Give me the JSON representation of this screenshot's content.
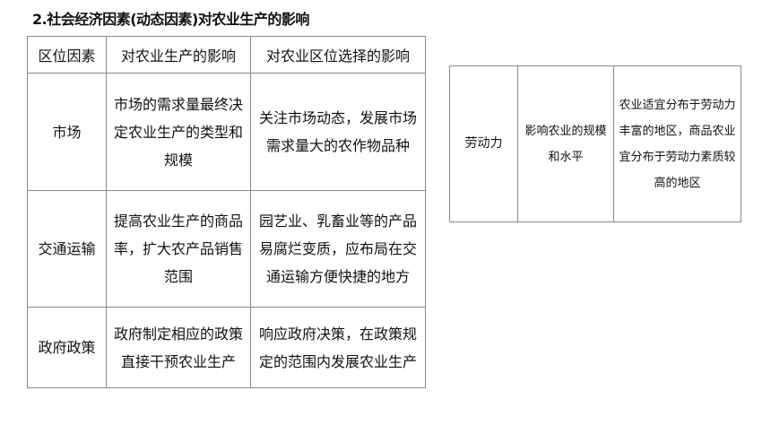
{
  "title": "2.社会经济因素(动态因素)对农业生产的影响",
  "table_main": {
    "headers": [
      "区位因素",
      "对农业生产的影响",
      "对农业区位选择的影响"
    ],
    "rows": [
      [
        "市场",
        "市场的需求量最终决定农业生产的类型和规模",
        "关注市场动态，发展市场需求量大的农作物品种"
      ],
      [
        "交通运输",
        "提高农业生产的商品率，扩大农产品销售范围",
        "园艺业、乳畜业等的产品易腐烂变质，应布局在交通运输方便快捷的地方"
      ],
      [
        "政府政策",
        "政府制定相应的政策直接干预农业生产",
        "响应政府决策，在政策规定的范围内发展农业生产"
      ]
    ]
  },
  "table_side": {
    "rows": [
      [
        "劳动力",
        "影响农业的规模和水平",
        "农业适宜分布于劳动力丰富的地区，商品农业宜分布于劳动力素质较高的地区"
      ]
    ]
  }
}
